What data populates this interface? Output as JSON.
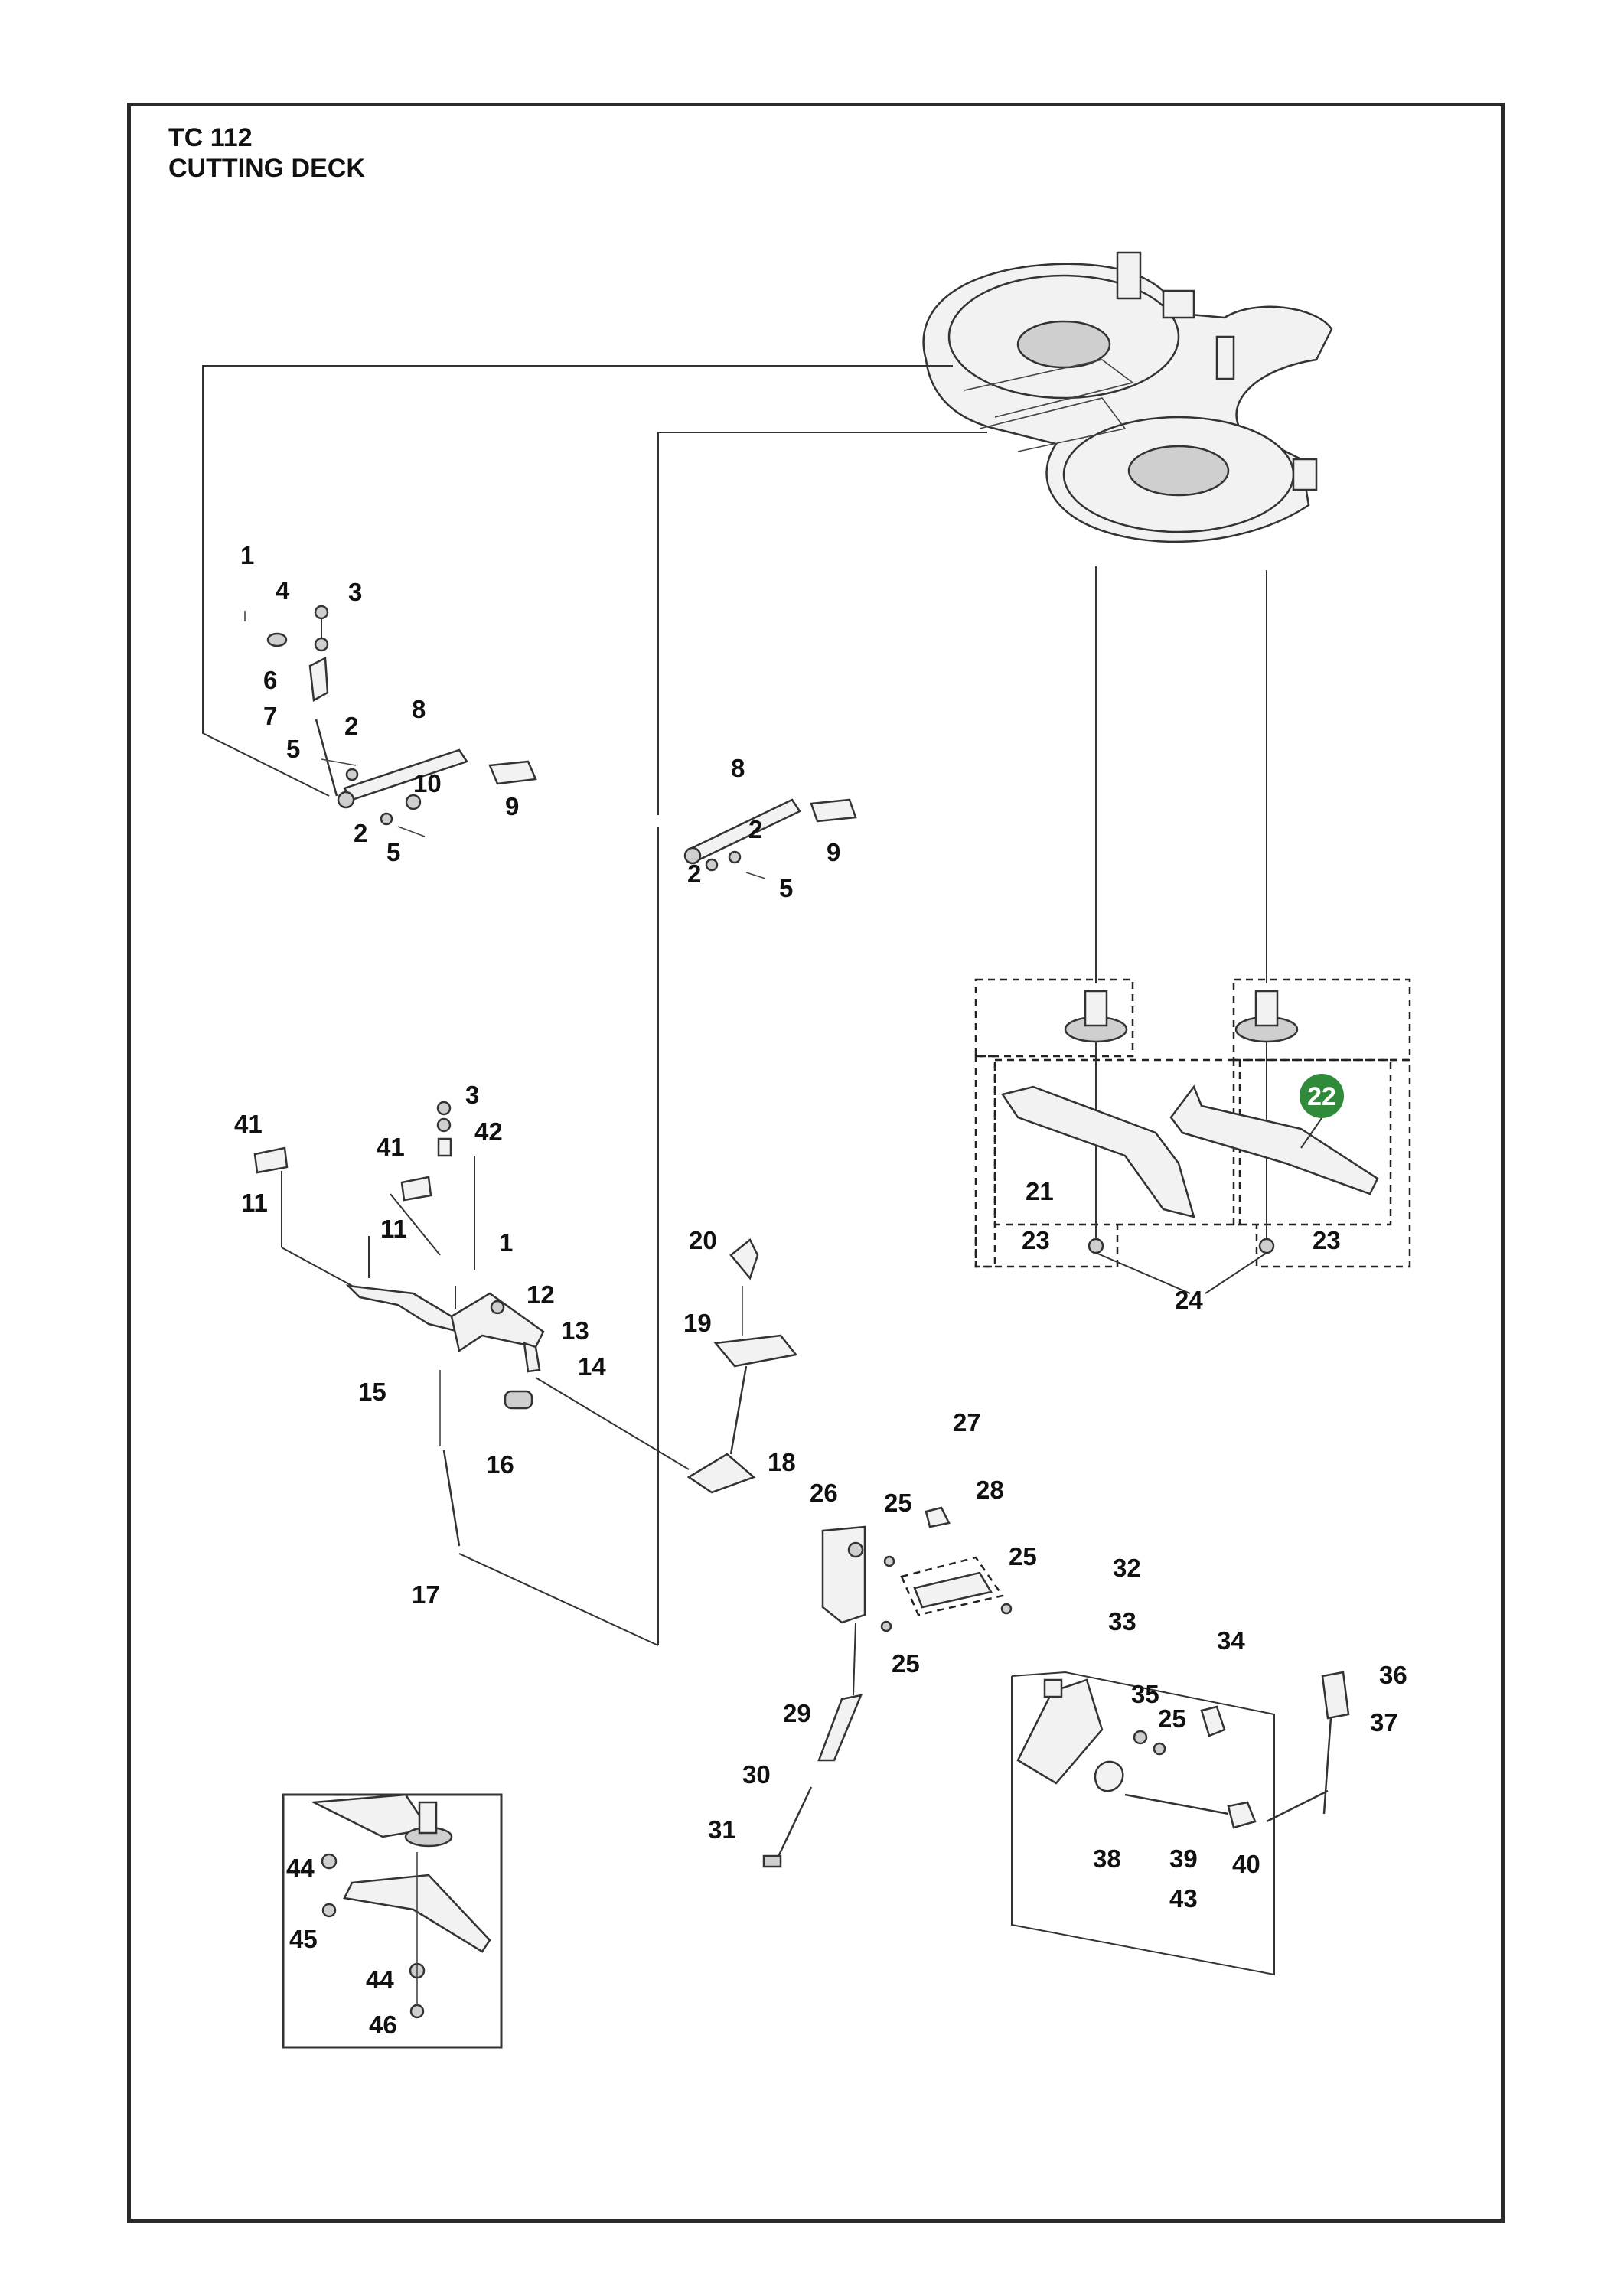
{
  "header": {
    "model": "TC 112",
    "section": "CUTTING DECK"
  },
  "highlighted_part": "22",
  "colors": {
    "highlight": "#2f8a3a",
    "line": "#333333"
  },
  "callouts": {
    "c1a": "1",
    "c4": "4",
    "c3a": "3",
    "c6": "6",
    "c7": "7",
    "c2a": "2",
    "c5a": "5",
    "c8a": "8",
    "c10": "10",
    "c9a": "9",
    "c2b": "2",
    "c5b": "5",
    "c8b": "8",
    "c2c": "2",
    "c9b": "9",
    "c2d": "2",
    "c5c": "5",
    "c21": "21",
    "c23a": "23",
    "c23b": "23",
    "c24": "24",
    "c41a": "41",
    "c11a": "11",
    "c41b": "41",
    "c11b": "11",
    "c3b": "3",
    "c42": "42",
    "c1b": "1",
    "c12": "12",
    "c13": "13",
    "c14": "14",
    "c15": "15",
    "c16": "16",
    "c17": "17",
    "c20": "20",
    "c19": "19",
    "c18": "18",
    "c27": "27",
    "c26": "26",
    "c25a": "25",
    "c28": "28",
    "c25b": "25",
    "c25c": "25",
    "c29": "29",
    "c30": "30",
    "c31": "31",
    "c32": "32",
    "c33": "33",
    "c34": "34",
    "c35": "35",
    "c25d": "25",
    "c36": "36",
    "c37": "37",
    "c38": "38",
    "c39": "39",
    "c40": "40",
    "c43": "43",
    "c44a": "44",
    "c45": "45",
    "c44b": "44",
    "c46": "46"
  }
}
